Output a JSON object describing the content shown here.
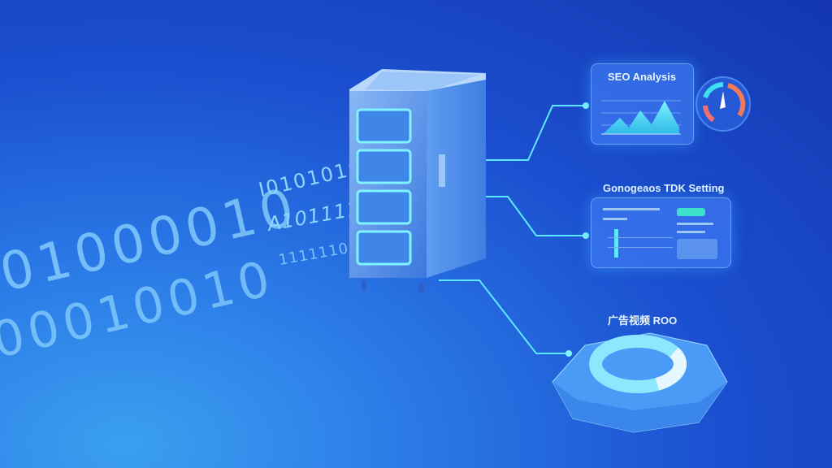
{
  "binary": {
    "row1": "01000010",
    "row2": "00010010",
    "row3": "I0101010I01",
    "row4": "A10111101",
    "row5": "11111100"
  },
  "seo_panel": {
    "title": "SEO Analysis"
  },
  "tdk_panel": {
    "title": "Gonogeaos TDK Setting"
  },
  "roi_label": {
    "title": "广告视频 ROO"
  },
  "colors": {
    "background": "#1b4fcf",
    "accent": "#5ee8ff",
    "gauge_red": "#f07070",
    "gauge_cyan": "#3de0f0"
  },
  "icons": [
    "server-rack-icon",
    "line-chart-icon",
    "gauge-icon",
    "donut-chart-icon"
  ]
}
